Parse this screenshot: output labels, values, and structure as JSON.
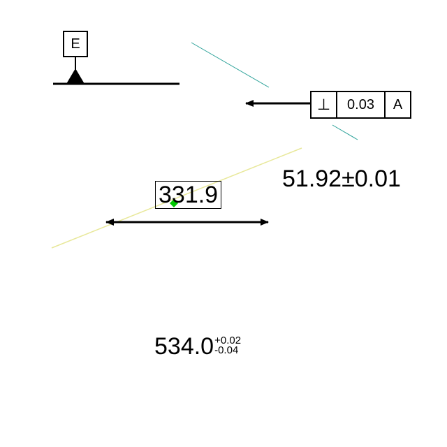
{
  "datum": {
    "label": "E"
  },
  "feature_control_frame": {
    "symbol": "⊥",
    "tolerance": "0.03",
    "datum_ref": "A"
  },
  "dimensions": {
    "boxed_basic": "331.9",
    "symmetric_tol": "51.92±0.01",
    "stacked": {
      "nominal": "534.0",
      "upper": "+0.02",
      "lower": "-0.04"
    }
  },
  "colors": {
    "line": "#000000",
    "teal_ref": "#2aa198",
    "yellow_ref": "#e8e89a",
    "marker": "#00c800"
  }
}
